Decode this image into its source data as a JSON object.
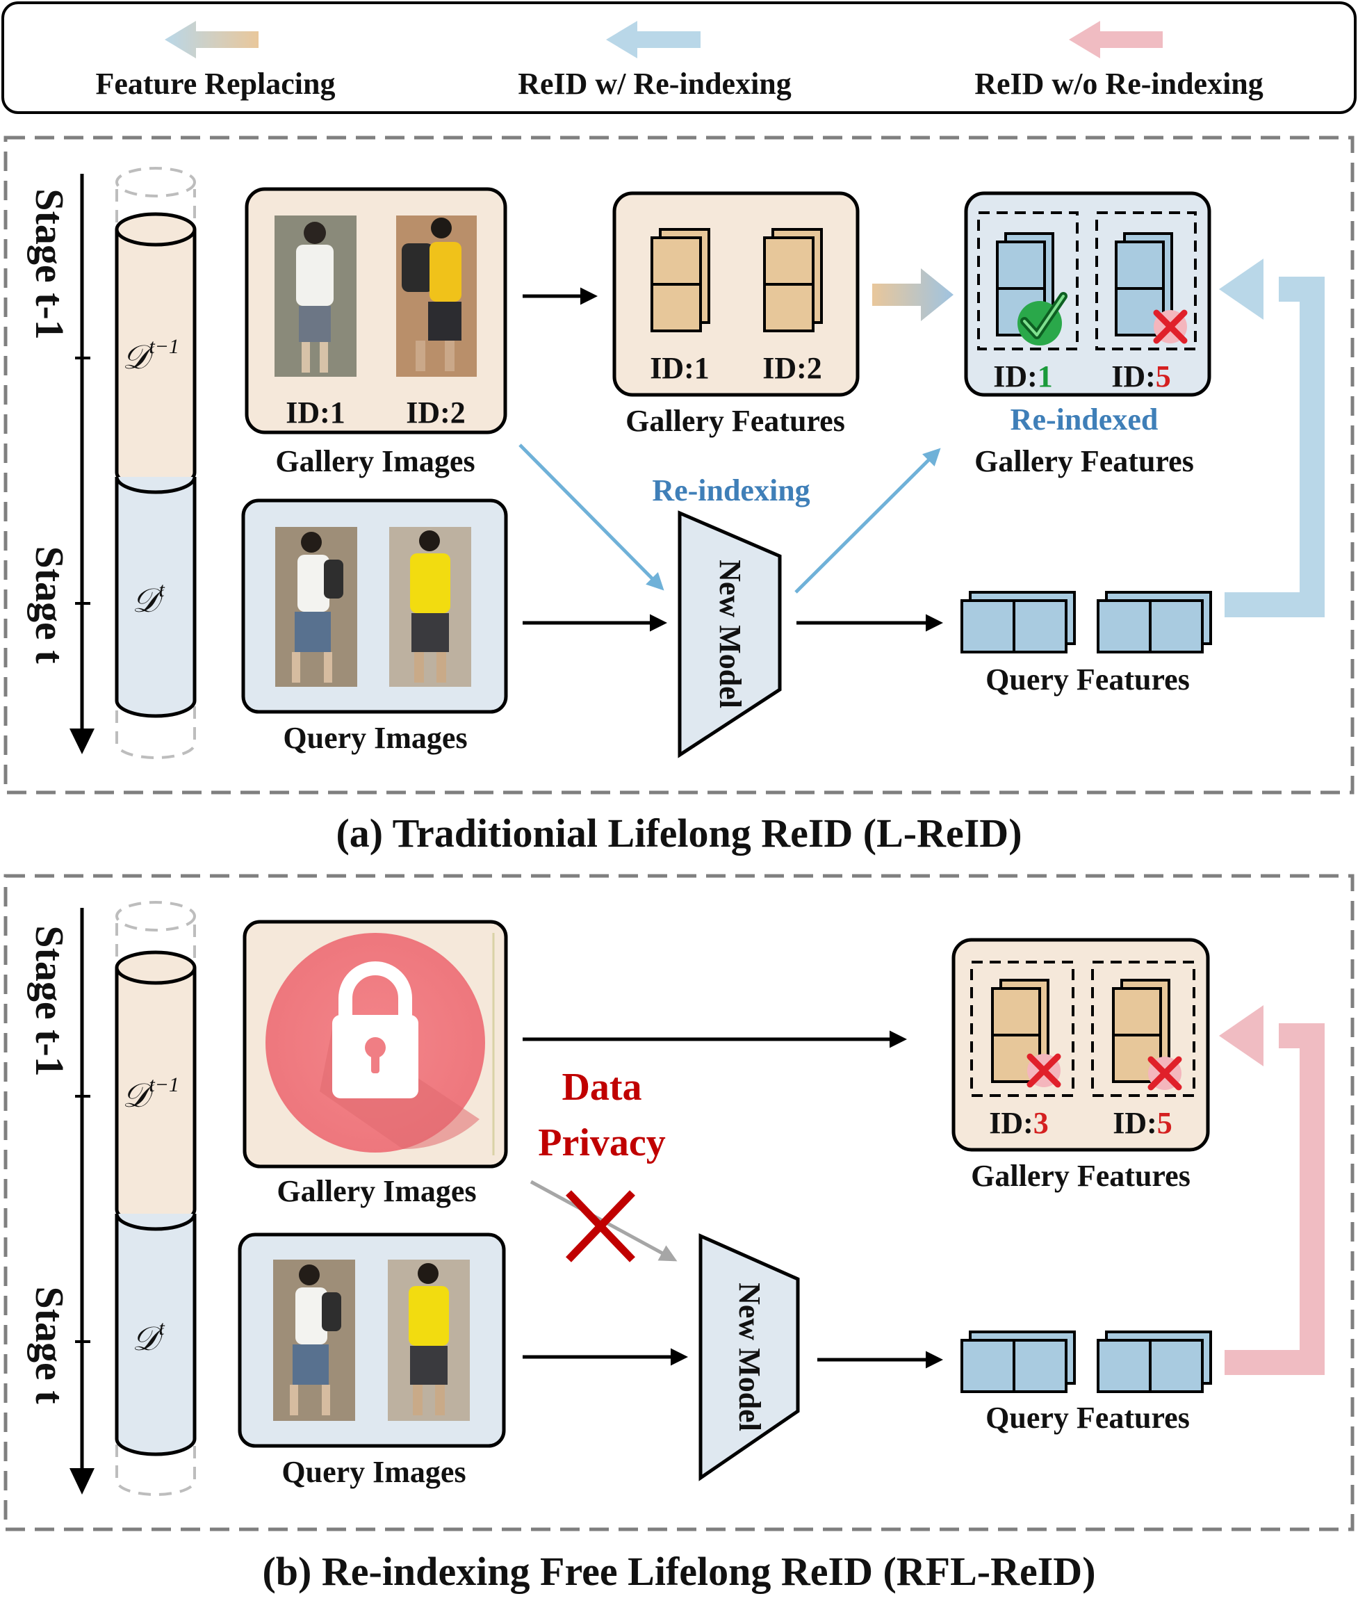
{
  "legend": {
    "feature_replacing": "Feature Replacing",
    "reid_with": "ReID w/ Re-indexing",
    "reid_without": "ReID w/o Re-indexing"
  },
  "panel_a": {
    "caption": "(a) Traditionial Lifelong ReID (L-ReID)",
    "stage_prev": "Stage t-1",
    "stage_cur": "Stage t",
    "dataset_prev": "𝒟",
    "dataset_prev_sup": "t−1",
    "dataset_cur": "𝒟",
    "dataset_cur_sup": "t",
    "gallery_images": "Gallery Images",
    "gallery_id1": "ID:1",
    "gallery_id2": "ID:2",
    "gallery_features": "Gallery Features",
    "feat_id1": "ID:1",
    "feat_id2": "ID:2",
    "reindexed": "Re-indexed",
    "reindexed_gallery_features": "Gallery Features",
    "reidx_id_prefix1": "ID:",
    "reidx_id_val1": "1",
    "reidx_id_prefix2": "ID:",
    "reidx_id_val2": "5",
    "reindexing": "Re-indexing",
    "new_model": "New Model",
    "query_images": "Query Images",
    "query_features": "Query Features"
  },
  "panel_b": {
    "caption": "(b) Re-indexing Free Lifelong ReID (RFL-ReID)",
    "stage_prev": "Stage t-1",
    "stage_cur": "Stage t",
    "dataset_prev": "𝒟",
    "dataset_prev_sup": "t−1",
    "dataset_cur": "𝒟",
    "dataset_cur_sup": "t",
    "gallery_images": "Gallery Images",
    "data": "Data",
    "privacy": "Privacy",
    "gallery_features": "Gallery Features",
    "id_prefix1": "ID:",
    "id_val1": "3",
    "id_prefix2": "ID:",
    "id_val2": "5",
    "new_model": "New Model",
    "query_images": "Query Images",
    "query_features": "Query Features"
  },
  "colors": {
    "beige": "#f5e8da",
    "light_blue": "#dfe8f0",
    "feature_orange": "#e7c79a",
    "feature_blue": "#a9cbe0",
    "arrow_blue": "#b9d7e8",
    "arrow_pink": "#f0bcc2",
    "reindex_blue": "#3f7fb8",
    "dark_red": "#c00000",
    "check_green": "#2aa84a",
    "lock_circle": "#f07e84"
  },
  "icons": [
    "check-icon",
    "cross-icon",
    "lock-icon",
    "person-figure"
  ]
}
